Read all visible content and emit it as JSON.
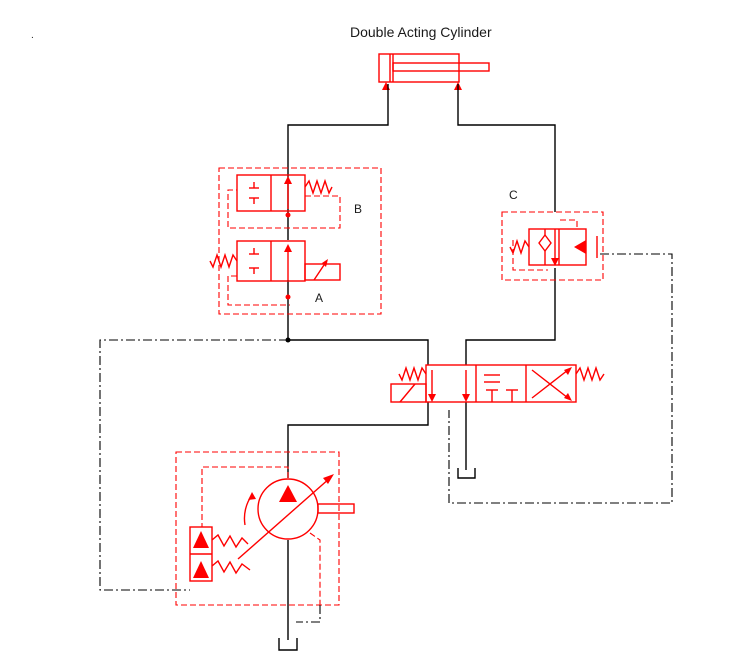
{
  "labels": {
    "title": "Double Acting Cylinder",
    "valve_a": "A",
    "valve_b": "B",
    "valve_c": "C",
    "corner_mark": "."
  },
  "colors": {
    "symbol": "#ff0000",
    "line": "#000000",
    "background": "#ffffff"
  },
  "components": [
    {
      "id": "cylinder",
      "icon": "double-acting-cylinder-icon"
    },
    {
      "id": "valve_a",
      "icon": "two-way-valve-icon"
    },
    {
      "id": "valve_b",
      "icon": "two-way-valve-icon"
    },
    {
      "id": "valve_c",
      "icon": "check-valve-icon"
    },
    {
      "id": "directional_valve",
      "icon": "three-position-valve-icon"
    },
    {
      "id": "pump",
      "icon": "variable-pump-icon"
    },
    {
      "id": "tank_left",
      "icon": "tank-icon"
    },
    {
      "id": "tank_right",
      "icon": "tank-icon"
    }
  ]
}
